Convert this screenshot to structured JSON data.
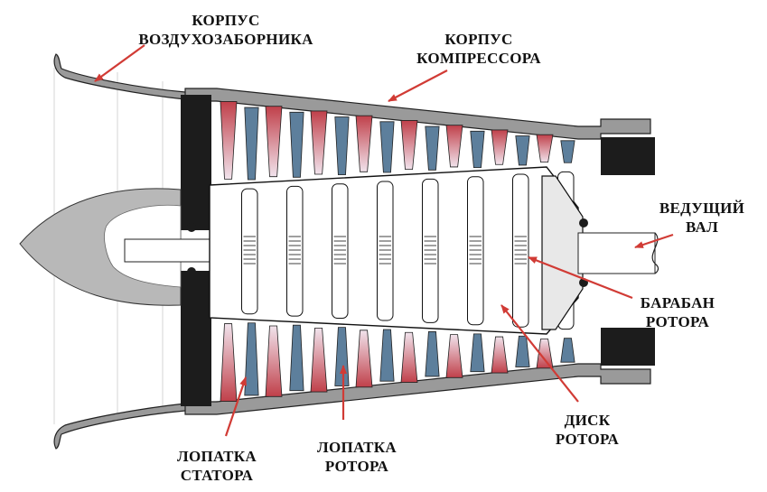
{
  "labels": {
    "intake_casing": [
      "КОРПУС",
      "ВОЗДУХОЗАБОРНИКА"
    ],
    "compressor_casing": [
      "КОРПУС",
      "КОМПРЕССОРА"
    ],
    "drive_shaft": [
      "ВЕДУЩИЙ",
      "ВАЛ"
    ],
    "rotor_drum": [
      "БАРАБАН",
      "РОТОРА"
    ],
    "rotor_disk": [
      "ДИСК",
      "РОТОРА"
    ],
    "rotor_blade": [
      "ЛОПАТКА",
      "РОТОРА"
    ],
    "stator_blade": [
      "ЛОПАТКА",
      "СТАТОРА"
    ]
  },
  "colors": {
    "stator_blade": "#c0404a",
    "rotor_blade": "#5d7f9c",
    "casing": "#9a9a9a",
    "dark_metal": "#1c1c1c",
    "arrow": "#d13b35",
    "spinner": "#b8b8b8"
  },
  "stages": 8
}
